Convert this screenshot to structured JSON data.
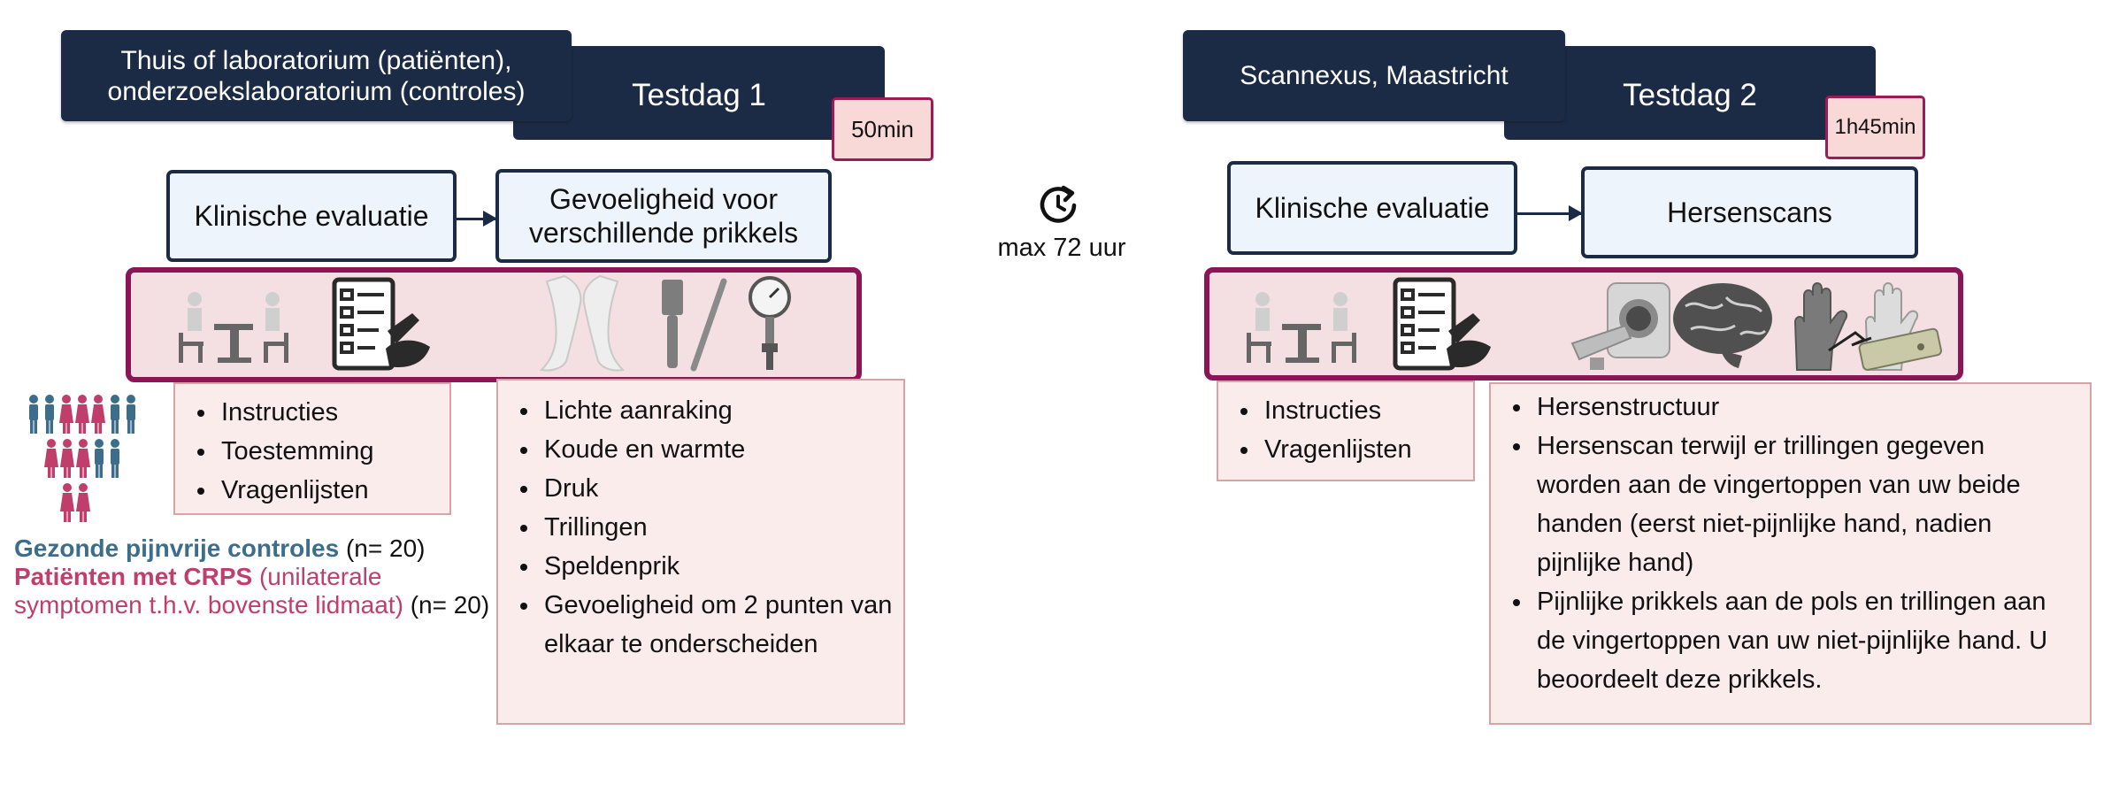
{
  "colors": {
    "navy": "#1c2b45",
    "band_border": "#8c1558",
    "band_fill": "#f4dfe3",
    "list_fill": "#fbecec",
    "duration_fill": "#f9d9d8",
    "step_fill": "#eef4fb",
    "controls": "#3c6e8c",
    "patients": "#c03f6a"
  },
  "day1": {
    "location": "Thuis of laboratorium (patiënten), onderzoekslaboratorium (controles)",
    "title": "Testdag 1",
    "duration": "50min",
    "steps": [
      "Klinische evaluatie",
      "Gevoeligheid voor verschillende prikkels"
    ],
    "icons": [
      "consultation-icon",
      "questionnaire-icon",
      "arms-icon",
      "brush-icon",
      "pin-icon",
      "pressure-gauge-icon"
    ],
    "list_a": [
      "Instructies",
      "Toestemming",
      "Vragenlijsten"
    ],
    "list_b": [
      "Lichte aanraking",
      "Koude en warmte",
      "Druk",
      "Trillingen",
      "Speldenprik",
      "Gevoeligheid om 2 punten van elkaar te onderscheiden"
    ]
  },
  "middle": {
    "icon": "refresh-clock-icon",
    "label": "max 72 uur"
  },
  "day2": {
    "location": "Scannexus, Maastricht",
    "title": "Testdag 2",
    "duration": "1h45min",
    "steps": [
      "Klinische evaluatie",
      "Hersenscans"
    ],
    "icons": [
      "consultation-icon",
      "questionnaire-icon",
      "mri-scanner-icon",
      "brain-icon",
      "hands-icon",
      "vibration-device-icon"
    ],
    "list_a": [
      "Instructies",
      "Vragenlijsten"
    ],
    "list_b": [
      "Hersenstructuur",
      "Hersenscan terwijl er trillingen gegeven worden aan de vingertoppen van uw beide handen (eerst niet-pijnlijke hand, nadien pijnlijke hand)",
      "Pijnlijke prikkels aan de pols en trillingen aan de vingertoppen van uw niet-pijnlijke hand. U beoordeelt deze prikkels."
    ]
  },
  "legend": {
    "icon": "people-group-icon",
    "controls_label": "Gezonde pijnvrije controles",
    "controls_n": "(n= 20)",
    "patients_label": "Patiënten met CRPS",
    "patients_detail": "(unilaterale symptomen t.h.v. bovenste lidmaat)",
    "patients_n": "(n= 20)"
  }
}
